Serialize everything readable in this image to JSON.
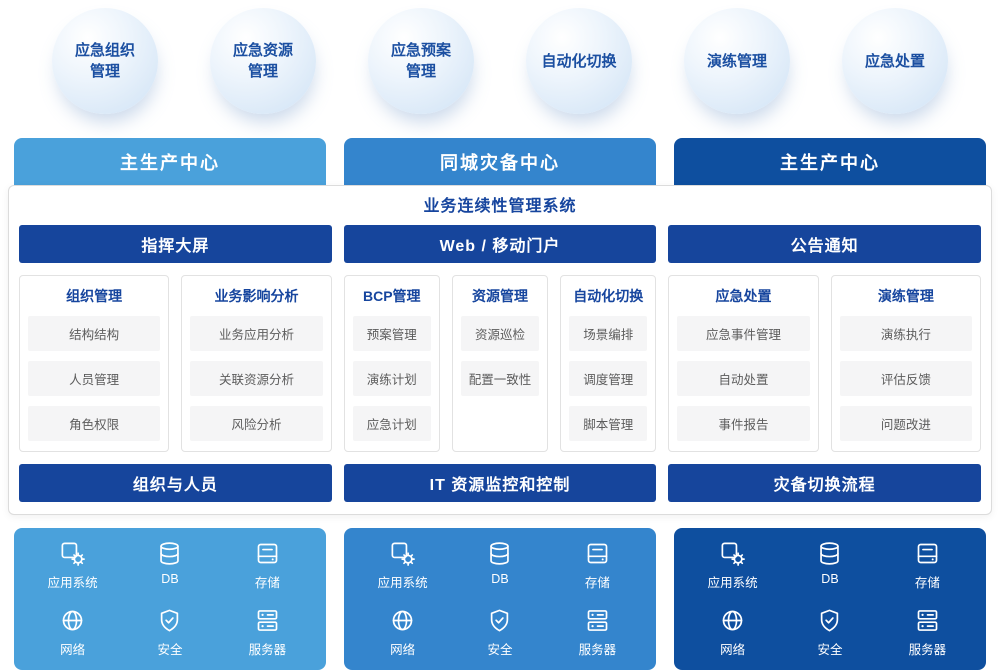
{
  "bubbles": [
    "应急组织\n管理",
    "应急资源\n管理",
    "应急预案\n管理",
    "自动化切换",
    "演练管理",
    "应急处置"
  ],
  "centers": [
    "主生产中心",
    "同城灾备中心",
    "主生产中心"
  ],
  "system": {
    "title": "业务连续性管理系统",
    "sections": [
      {
        "portal": "指挥大屏",
        "footer": "组织与人员",
        "cards": [
          {
            "title": "组织管理",
            "items": [
              "结构结构",
              "人员管理",
              "角色权限"
            ]
          },
          {
            "title": "业务影响分析",
            "items": [
              "业务应用分析",
              "关联资源分析",
              "风险分析"
            ]
          }
        ]
      },
      {
        "portal": "Web / 移动门户",
        "footer": "IT 资源监控和控制",
        "cards": [
          {
            "title": "BCP管理",
            "items": [
              "预案管理",
              "演练计划",
              "应急计划"
            ]
          },
          {
            "title": "资源管理",
            "items": [
              "资源巡检",
              "配置一致性"
            ]
          },
          {
            "title": "自动化切换",
            "items": [
              "场景编排",
              "调度管理",
              "脚本管理"
            ]
          }
        ]
      },
      {
        "portal": "公告通知",
        "footer": "灾备切换流程",
        "cards": [
          {
            "title": "应急处置",
            "items": [
              "应急事件管理",
              "自动处置",
              "事件报告"
            ]
          },
          {
            "title": "演练管理",
            "items": [
              "演练执行",
              "评估反馈",
              "问题改进"
            ]
          }
        ]
      }
    ]
  },
  "infrastructure": {
    "items": [
      {
        "icon": "app-system-icon",
        "label": "应用系统"
      },
      {
        "icon": "database-icon",
        "label": "DB"
      },
      {
        "icon": "storage-icon",
        "label": "存储"
      },
      {
        "icon": "network-icon",
        "label": "网络"
      },
      {
        "icon": "shield-icon",
        "label": "安全"
      },
      {
        "icon": "server-icon",
        "label": "服务器"
      }
    ]
  },
  "colors": {
    "light_blue": "#4AA1DB",
    "medium_blue": "#3485CD",
    "dark_blue": "#0E4F9F",
    "bar_blue": "#16459C",
    "title_blue": "#16459E",
    "bubble_text": "#1B4FA1"
  }
}
